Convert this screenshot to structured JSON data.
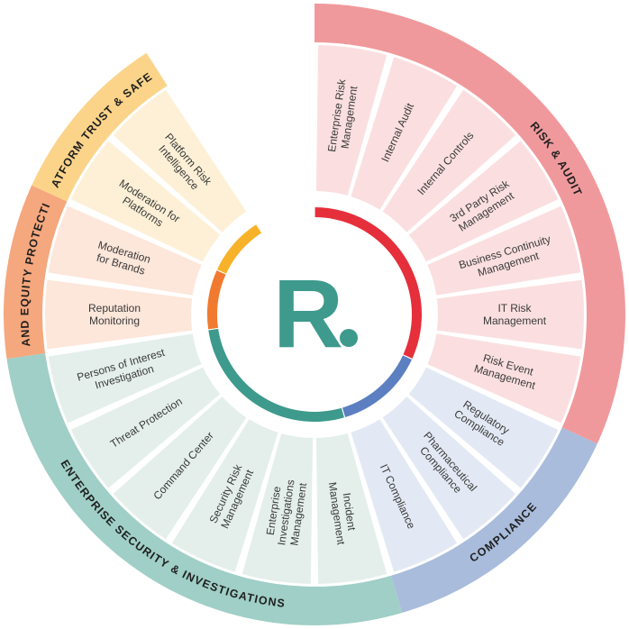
{
  "logo": {
    "letter": "R",
    "dot_color": "#3d9a8c"
  },
  "categories": [
    {
      "key": "risk_audit",
      "label": "RISK & AUDIT",
      "colors": {
        "outer": "#f0999c",
        "inner": "#fbdfe0",
        "ring": "#e52f3a"
      },
      "segments": [
        {
          "lines": [
            "Enterprise Risk",
            "Management"
          ]
        },
        {
          "lines": [
            "Internal Audit"
          ]
        },
        {
          "lines": [
            "Internal Controls"
          ]
        },
        {
          "lines": [
            "3rd Party Risk",
            "Management"
          ]
        },
        {
          "lines": [
            "Business Continuity",
            "Management"
          ]
        },
        {
          "lines": [
            "IT Risk",
            "Management"
          ]
        },
        {
          "lines": [
            "Risk Event",
            "Management"
          ]
        }
      ]
    },
    {
      "key": "compliance",
      "label": "COMPLIANCE",
      "colors": {
        "outer": "#a9bcdc",
        "inner": "#e3e9f4",
        "ring": "#5b7fc0"
      },
      "segments": [
        {
          "lines": [
            "Regulatory",
            "Compliance"
          ]
        },
        {
          "lines": [
            "Pharmaceutical",
            "Compliance"
          ]
        },
        {
          "lines": [
            "IT Compliance"
          ]
        }
      ]
    },
    {
      "key": "enterprise_security",
      "label": "ENTERPRISE SECURITY & INVESTIGATIONS",
      "colors": {
        "outer": "#9fcfc6",
        "inner": "#e4efec",
        "ring": "#3d9a8c"
      },
      "segments": [
        {
          "lines": [
            "Incident",
            "Management"
          ]
        },
        {
          "lines": [
            "Enterprise",
            "Investigations",
            "Management"
          ]
        },
        {
          "lines": [
            "Security Risk",
            "Management"
          ]
        },
        {
          "lines": [
            "Command Center"
          ]
        },
        {
          "lines": [
            "Threat Protection"
          ]
        },
        {
          "lines": [
            "Persons of Interest",
            "Investigation"
          ]
        }
      ]
    },
    {
      "key": "brand_equity",
      "label": "BRAND EQUITY PROTECTION",
      "colors": {
        "outer": "#f5a77d",
        "inner": "#fde6da",
        "ring": "#f07a30"
      },
      "segments": [
        {
          "lines": [
            "Reputation",
            "Monitoring"
          ]
        },
        {
          "lines": [
            "Moderation",
            "for Brands"
          ]
        }
      ]
    },
    {
      "key": "platform_trust",
      "label": "PLATFORM TRUST & SAFETY",
      "colors": {
        "outer": "#fbd48a",
        "inner": "#fdf0d6",
        "ring": "#f8b22a"
      },
      "segments": [
        {
          "lines": [
            "Moderation for",
            "Platforms"
          ]
        },
        {
          "lines": [
            "Platform Risk",
            "Intelligence"
          ]
        }
      ]
    }
  ]
}
